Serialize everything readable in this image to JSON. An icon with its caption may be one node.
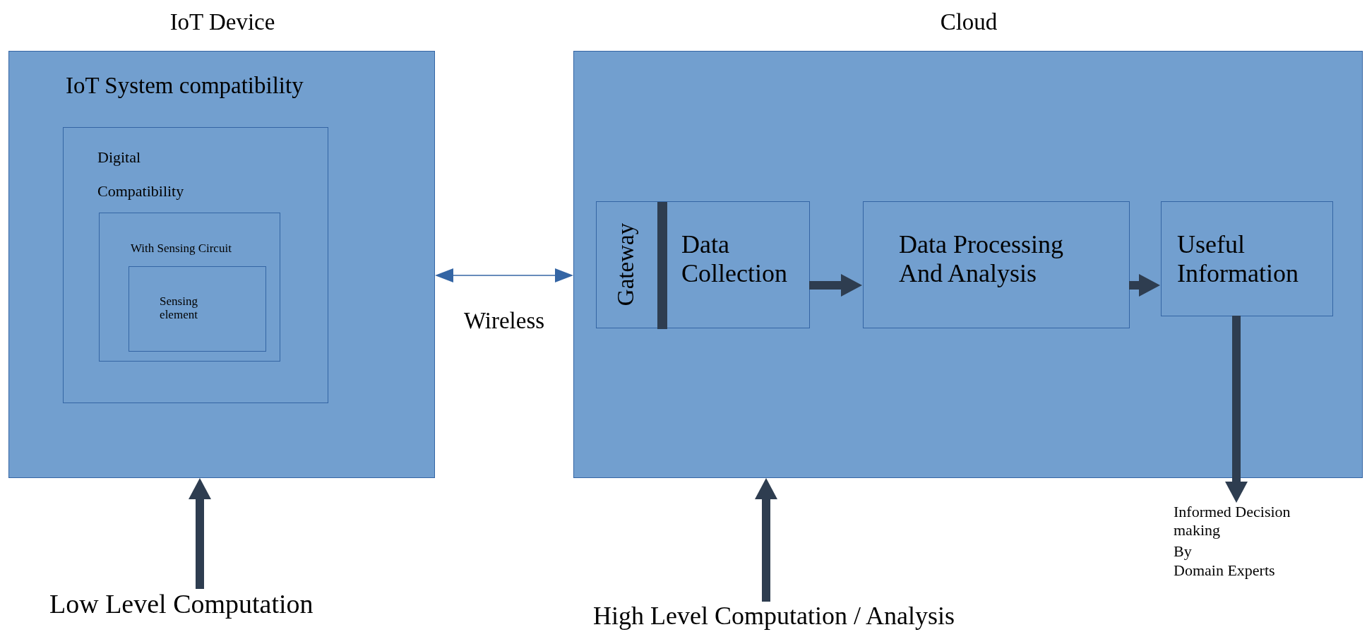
{
  "diagram": {
    "nodes": [
      {
        "text": [
          "IoT Device",
          "IoT System compatibility"
        ]
      },
      {
        "text": [
          "Digital Compatibility"
        ],
        "in": 0
      },
      {
        "text": [
          "With Sensing Circuit"
        ],
        "in": 1
      },
      {
        "text": [
          "Sensing element"
        ],
        "in": 2
      },
      {
        "text": [
          "Cloud"
        ]
      },
      {
        "text": [
          "Gateway",
          "Data Collection"
        ],
        "in": 4
      },
      {
        "text": [
          "Data Processing And Analysis"
        ],
        "in": 4
      },
      {
        "text": [
          "Useful Information"
        ],
        "in": 4
      },
      {
        "text": [
          "Low Level Computation"
        ]
      },
      {
        "text": [
          "High Level Computation / Analysis"
        ]
      },
      {
        "text": [
          "Informed Decision making",
          "By",
          "Domain Experts"
        ]
      },
      {
        "text": [],
        "shape": "bar",
        "in": 5
      }
    ],
    "edges": [
      {
        "from": 0,
        "to": 4,
        "arrow": "both",
        "label": "Wireless",
        "color": "#3465a4"
      },
      {
        "from": 5,
        "to": 6,
        "arrow": "to"
      },
      {
        "from": 6,
        "to": 7,
        "arrow": "to"
      },
      {
        "from": 8,
        "to": 0,
        "arrow": "to"
      },
      {
        "from": 9,
        "to": 4,
        "arrow": "to"
      },
      {
        "from": 7,
        "to": 10,
        "arrow": "to"
      }
    ]
  }
}
